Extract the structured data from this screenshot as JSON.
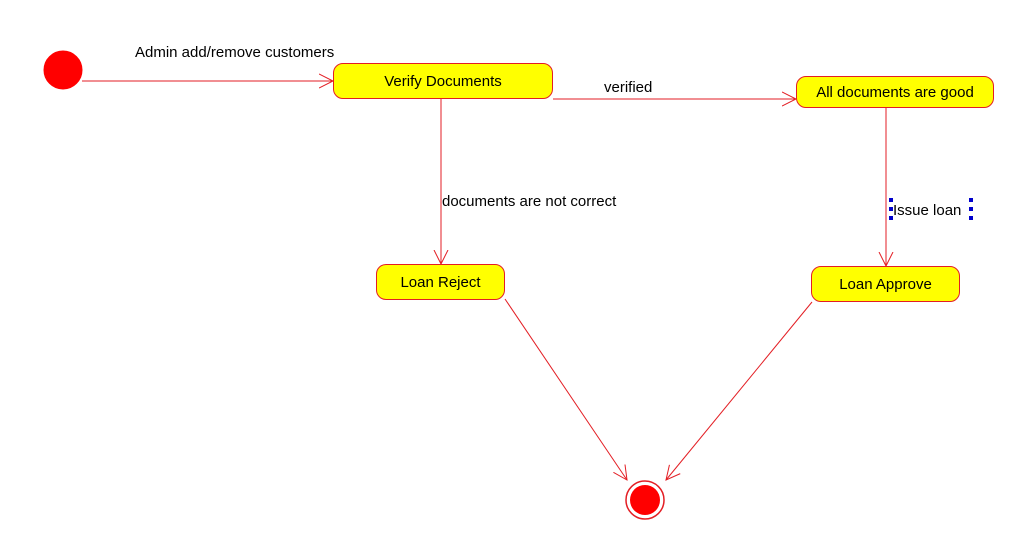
{
  "colors": {
    "state_fill": "#ffff00",
    "line": "#e31e24",
    "node_fill": "#ff0000",
    "selection": "#0000cc"
  },
  "states": {
    "verify": "Verify Documents",
    "all_good": "All documents are good",
    "reject": "Loan Reject",
    "approve": "Loan Approve"
  },
  "transitions": {
    "admin": "Admin add/remove customers",
    "verified": "verified",
    "not_correct": "documents are not correct",
    "issue_loan": "Issue loan"
  }
}
